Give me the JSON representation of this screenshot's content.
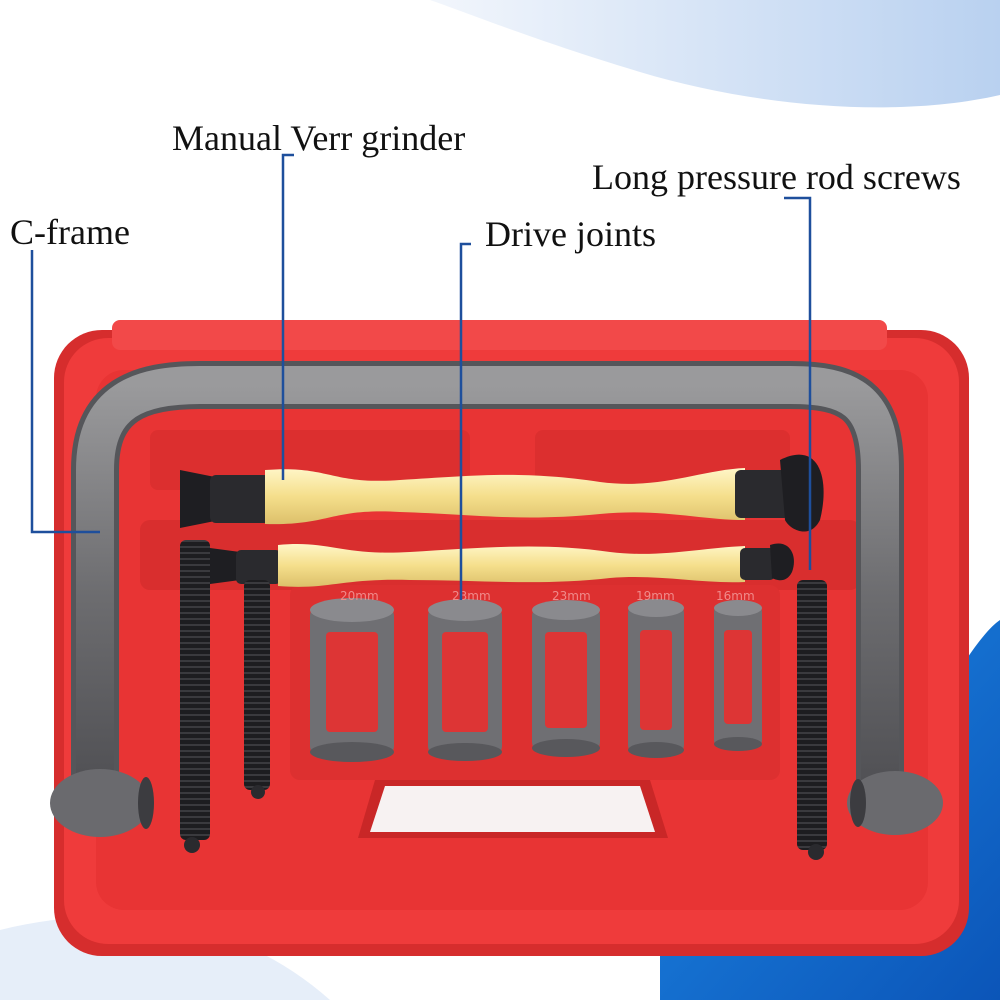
{
  "labels": {
    "c_frame": "C-frame",
    "manual_grinder": "Manual Verr grinder",
    "drive_joints": "Drive joints",
    "long_screws": "Long pressure rod screws"
  },
  "socket_markings": [
    "20mm",
    "23mm",
    "23mm",
    "19mm",
    "16mm"
  ],
  "colors": {
    "case_red": "#ef3b3b",
    "frame_gray": "#7a7a7c",
    "handle_yellow": "#f6e39a",
    "leader_blue": "#1e4f9c",
    "bg_blue": "#1565c0"
  }
}
